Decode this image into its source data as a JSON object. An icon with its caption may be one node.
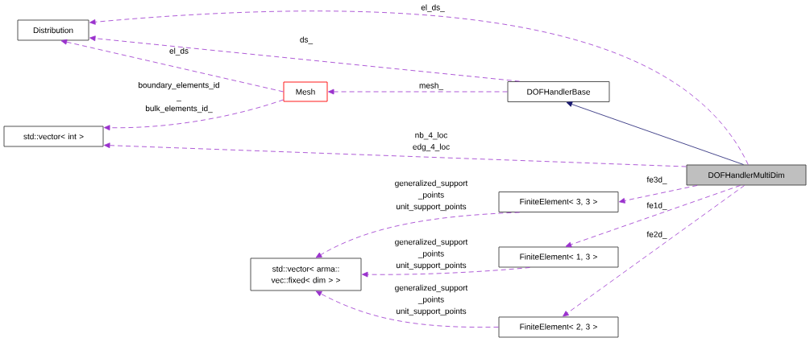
{
  "diagram": {
    "nodes": [
      {
        "text": [
          "Distribution"
        ]
      },
      {
        "text": [
          "std::vector< int >"
        ]
      },
      {
        "text": [
          "Mesh"
        ]
      },
      {
        "text": [
          "DOFHandlerBase"
        ]
      },
      {
        "text": [
          "DOFHandlerMultiDim"
        ]
      },
      {
        "text": [
          "FiniteElement< 3, 3 >"
        ]
      },
      {
        "text": [
          "std::vector< arma:: vec::fixed< dim > >"
        ]
      },
      {
        "text": [
          "FiniteElement< 1, 3 >"
        ]
      },
      {
        "text": [
          "FiniteElement< 2, 3 >"
        ]
      }
    ],
    "edges": [
      {
        "from": 4,
        "to": 0,
        "arrow": "to",
        "label": "el_ds_",
        "style": "dashed"
      },
      {
        "from": 3,
        "to": 0,
        "arrow": "to",
        "label": "ds_",
        "style": "dashed"
      },
      {
        "from": 2,
        "to": 0,
        "arrow": "to",
        "label": "el_ds",
        "style": "dashed"
      },
      {
        "from": 3,
        "to": 2,
        "arrow": "to",
        "label": "mesh_",
        "style": "dashed"
      },
      {
        "from": 2,
        "to": 1,
        "arrow": "to",
        "label": "boundary_elements_id _ bulk_elements_id_",
        "style": "dashed"
      },
      {
        "from": 4,
        "to": 3,
        "arrow": "to",
        "color": "#191970"
      },
      {
        "from": 4,
        "to": 1,
        "arrow": "to",
        "label": "nb_4_loc edg_4_loc",
        "style": "dashed"
      },
      {
        "from": 4,
        "to": 5,
        "arrow": "to",
        "label": "fe3d_",
        "style": "dashed"
      },
      {
        "from": 4,
        "to": 7,
        "arrow": "to",
        "label": "fe1d_",
        "style": "dashed"
      },
      {
        "from": 4,
        "to": 8,
        "arrow": "to",
        "label": "fe2d_",
        "style": "dashed"
      },
      {
        "from": 5,
        "to": 6,
        "arrow": "to",
        "label": "generalized_support _points unit_support_points",
        "style": "dashed"
      },
      {
        "from": 7,
        "to": 6,
        "arrow": "to",
        "label": "generalized_support _points unit_support_points",
        "style": "dashed"
      },
      {
        "from": 8,
        "to": 6,
        "arrow": "to",
        "label": "generalized_support _points unit_support_points",
        "style": "dashed"
      }
    ]
  }
}
